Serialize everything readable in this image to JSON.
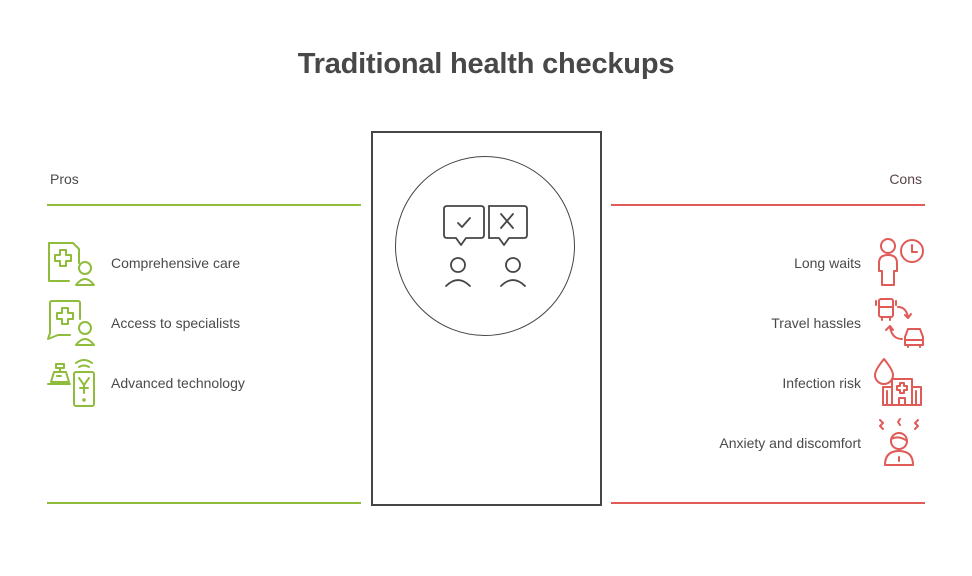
{
  "title": "Traditional health checkups",
  "pros": {
    "label": "Pros",
    "color": "#8fbc3b",
    "items": [
      {
        "label": "Comprehensive care",
        "icon": "medical-document-person-icon"
      },
      {
        "label": "Access to specialists",
        "icon": "medical-chat-person-icon"
      },
      {
        "label": "Advanced technology",
        "icon": "scale-and-smartphone-icon"
      }
    ]
  },
  "cons": {
    "label": "Cons",
    "color": "#e05a57",
    "items": [
      {
        "label": "Long waits",
        "icon": "person-clock-icon"
      },
      {
        "label": "Travel hassles",
        "icon": "bus-car-exchange-icon"
      },
      {
        "label": "Infection risk",
        "icon": "drop-hospital-icon"
      },
      {
        "label": "Anxiety and discomfort",
        "icon": "stressed-person-icon"
      }
    ]
  },
  "center": {
    "icon": "two-people-approve-reject-icon",
    "border_color": "#454545"
  }
}
